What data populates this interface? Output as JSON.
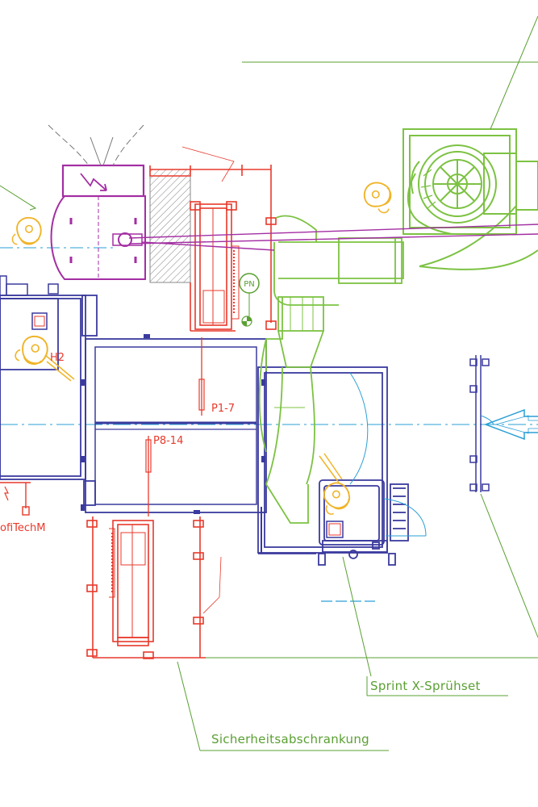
{
  "labels": {
    "spray_set": "Sprint X-Sprühset",
    "safety_barrier": "Sicherheitsabschrankung",
    "p_upper": "P1-7",
    "p_lower": "P8-14",
    "h2": "H2",
    "pn": "PN",
    "profitech": "ofiTechM"
  },
  "colors": {
    "structure": "#3a3a9e",
    "robots": "#e8392b",
    "ventilation": "#7cc242",
    "annotations": "#5aa032",
    "operator": "#f0b429",
    "electrical": "#a32ea3",
    "axis": "#2a9fd6",
    "hatch": "#888888"
  },
  "icons": [
    "lightning-icon",
    "operator-icon",
    "arrow-icon",
    "fan-icon"
  ]
}
